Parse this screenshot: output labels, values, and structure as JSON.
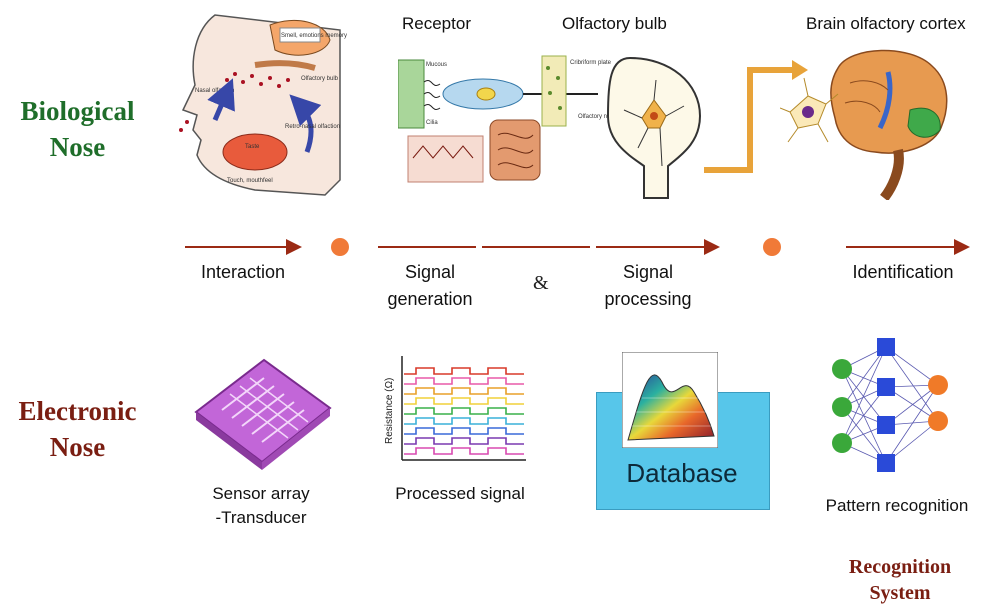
{
  "rows": {
    "biological": "Biological\nNose",
    "electronic": "Electronic\nNose"
  },
  "top_labels": {
    "receptor": "Receptor",
    "olfactory_bulb": "Olfactory bulb",
    "brain_cortex": "Brain olfactory cortex"
  },
  "stages": {
    "interaction": "Interaction",
    "signal_generation": "Signal\ngeneration",
    "ampersand": "&",
    "signal_processing": "Signal\nprocessing",
    "identification": "Identification"
  },
  "electronic_labels": {
    "sensor_array": "Sensor array\n-Transducer",
    "processed_signal": "Processed signal",
    "database": "Database",
    "pattern_recognition": "Pattern recognition",
    "resistance_axis": "Resistance (Ω)"
  },
  "recognition_system": "Recognition\nSystem",
  "head_labels": {
    "smell": "Smell, emotions memory",
    "olfactory_bulb": "Olfactory bulb",
    "nasal": "Nasal olfaction",
    "retro": "Retro-nasal olfaction",
    "taste": "Taste",
    "touch": "Touch, mouthfeel"
  },
  "receptor_labels": {
    "mucous": "Mucous",
    "cilia": "Cilia",
    "cribriform": "Cribriform plate",
    "olfactory_nerve": "Olfactory nerve"
  },
  "colors": {
    "biological_title": "#1f6e2a",
    "electronic_title": "#7a1e12",
    "arrow": "#9b2a14",
    "dot": "#f07a38",
    "database": "#57c6ea",
    "brain_arrow": "#e8a33a"
  }
}
